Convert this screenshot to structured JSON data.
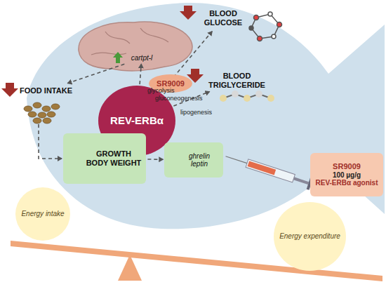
{
  "diagram": {
    "nodes": [
      {
        "text": [
          "REV-ERBα"
        ]
      },
      {
        "text": [
          "SR9009"
        ]
      },
      {
        "text": [
          "FOOD INTAKE"
        ]
      },
      {
        "text": [
          "cartpt-l"
        ]
      },
      {
        "text": [
          "BLOOD GLUCOSE"
        ]
      },
      {
        "text": [
          "BLOOD TRIGLYCERIDE"
        ]
      },
      {
        "text": [
          "GROWTH",
          "BODY WEIGHT"
        ]
      },
      {
        "text": [
          "ghrelin",
          "leptin"
        ]
      },
      {
        "text": [
          "SR9009",
          "100 µg/g",
          "REV-ERBα agonist"
        ]
      },
      {
        "text": [
          "Energy intake"
        ]
      },
      {
        "text": [
          "Energy expenditure"
        ]
      }
    ],
    "edges": [
      {
        "from": 0,
        "to": 3,
        "arrow": "to"
      },
      {
        "from": 3,
        "to": 2,
        "arrow": "to"
      },
      {
        "from": 0,
        "to": 4,
        "arrow": "to"
      },
      {
        "from": 0,
        "to": 5,
        "arrow": "to"
      },
      {
        "from": 2,
        "to": 6,
        "arrow": "to"
      },
      {
        "from": 6,
        "to": 7,
        "arrow": "to"
      }
    ],
    "labels": [
      "glycolysis",
      "gluconeogenesis",
      "lipogenesis"
    ]
  }
}
